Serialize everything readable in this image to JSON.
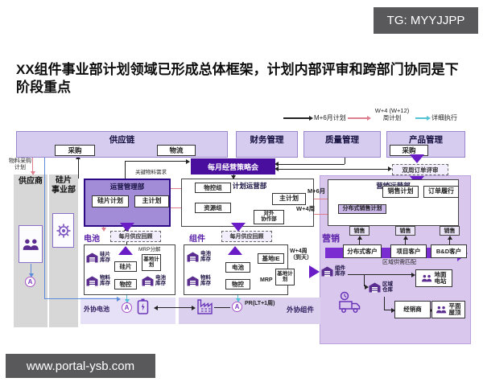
{
  "watermarks": {
    "top_right": "TG: MYYJJPP",
    "bottom_left": "www.portal-ysb.com"
  },
  "title": "XX组件事业部计划领域已形成总体框架，计划内部评审和跨部门协同是下阶段重点",
  "legend": {
    "monthly": "M+6月计划",
    "weekly_l1": "W+4 (W+12)",
    "weekly_l2": "周计划",
    "exec": "详细执行"
  },
  "bands": {
    "supply_chain": "供应链",
    "purchase": "采购",
    "logistics": "物流",
    "finance": "财务管理",
    "quality": "质量管理",
    "product": "产品管理"
  },
  "hub": {
    "monthly_meeting": "每月经营策略会",
    "biweekly_order_review": "双周订单评审"
  },
  "left": {
    "material_purchase_plan": "物料采购计划",
    "supplier": "供应商",
    "silicon_bu_l1": "硅片",
    "silicon_bu_l2": "事业部"
  },
  "ops": {
    "dept": "运营管理部",
    "silicon_plan": "硅片计划",
    "master_plan": "主计划",
    "key_material": "关键物料需求"
  },
  "plan_ops": {
    "dept": "计划运营部",
    "material_group": "物控组",
    "resource_group": "资源组",
    "master_plan": "主计划",
    "external_l1": "对外",
    "external_l2": "协作部",
    "m6": "M+6月",
    "w4": "W+4周"
  },
  "battery": {
    "label": "电池",
    "monthly_supply_review": "每月供应回顾",
    "mrp": "MRP分解",
    "silicon_inventory": "硅片库存",
    "silicon": "硅片",
    "base_plan": "基地计划",
    "material_inventory": "物料库存",
    "material_control": "物控",
    "battery_inventory": "电池库存",
    "external": "外协电池"
  },
  "module": {
    "label": "组件",
    "base_ie": "基地IE",
    "w4_day_l1": "W+4周",
    "w4_day_l2": "（到天）",
    "battery": "电池",
    "mrp": "MRP",
    "base_plan": "基地计划",
    "pr": "PR(LT+1周)",
    "external": "外协组件"
  },
  "marketing": {
    "label": "营销",
    "dept": "营销运营部",
    "sales_plan": "销售计划",
    "order_fulfillment": "订单履行",
    "distributed_sales_plan": "分布式销售计划",
    "sales": "销售",
    "customers": [
      "分布式客户",
      "项目客户",
      "B&D客户"
    ],
    "regional_match": "区域供需匹配",
    "module_inventory": "组件库存",
    "ground_station": "地面电站",
    "regional_warehouse": "区域仓库",
    "dealer": "经销商",
    "flat_roof": "平面屋顶"
  },
  "connector": {
    "a": "A"
  }
}
